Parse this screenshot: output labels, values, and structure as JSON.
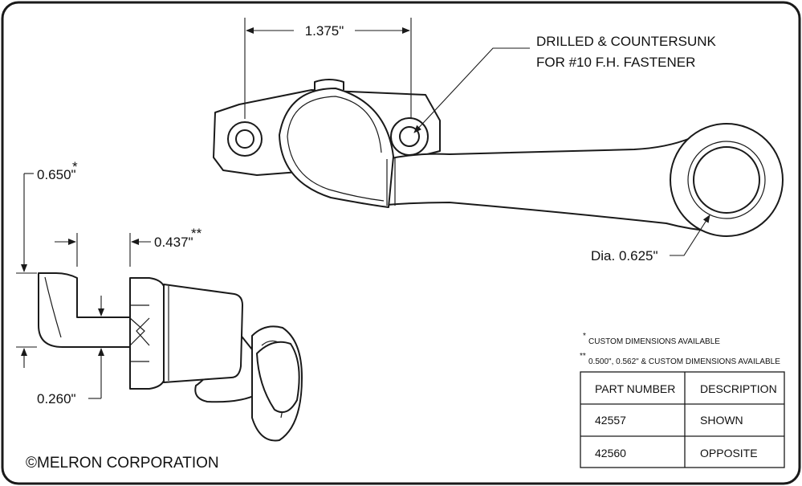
{
  "dimensions": {
    "hole_spacing": "1.375\"",
    "height": "0.650\"",
    "height_mark": "*",
    "stem_offset": "0.437\"",
    "stem_offset_mark": "**",
    "stem_thickness": "0.260\"",
    "eye_diameter": "Dia. 0.625\""
  },
  "callout": {
    "line1": "DRILLED & COUNTERSUNK",
    "line2": "FOR #10 F.H. FASTENER"
  },
  "notes": {
    "note1_mark": "*",
    "note1_text": "CUSTOM DIMENSIONS AVAILABLE",
    "note2_mark": "**",
    "note2_text": "0.500\", 0.562\" & CUSTOM DIMENSIONS AVAILABLE"
  },
  "parts_table": {
    "headers": [
      "PART NUMBER",
      "DESCRIPTION"
    ],
    "rows": [
      [
        "42557",
        "SHOWN"
      ],
      [
        "42560",
        "OPPOSITE"
      ]
    ]
  },
  "copyright": "©MELRON CORPORATION",
  "colors": {
    "line": "#1a1a1a",
    "border": "#1a1a1a",
    "background": "#ffffff"
  }
}
